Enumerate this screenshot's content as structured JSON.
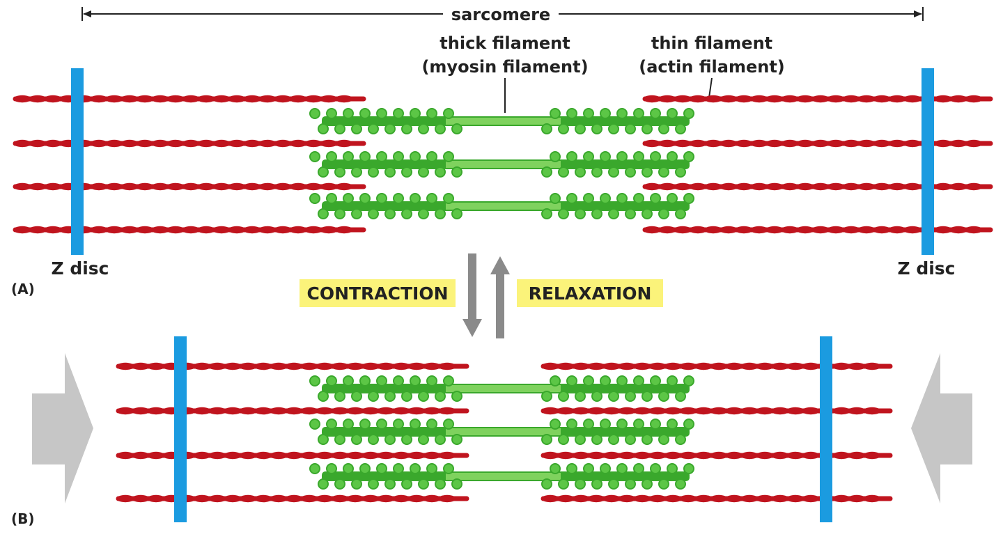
{
  "labels": {
    "sarcomere": "sarcomere",
    "thick_line1": "thick filament",
    "thick_line2": "(myosin filament)",
    "thin_line1": "thin filament",
    "thin_line2": "(actin filament)",
    "z_disc_left": "Z disc",
    "z_disc_right": "Z disc",
    "panel_a": "(A)",
    "panel_b": "(B)",
    "contraction": "CONTRACTION",
    "relaxation": "RELAXATION"
  },
  "colors": {
    "actin": "#c0141e",
    "myosin": "#3aa82c",
    "myosin_head": "#5cc646",
    "myosin_shaft": "#7fd25e",
    "z_disc": "#1b9be0",
    "label_box": "#fbf37a",
    "arrow_dark": "#8a8a8a",
    "arrow_light": "#c6c6c6",
    "text": "#222222"
  },
  "icons": {
    "contraction_arrow": "arrow-down-icon",
    "relaxation_arrow": "arrow-up-icon",
    "push_left": "arrow-right-icon",
    "push_right": "arrow-left-icon"
  }
}
